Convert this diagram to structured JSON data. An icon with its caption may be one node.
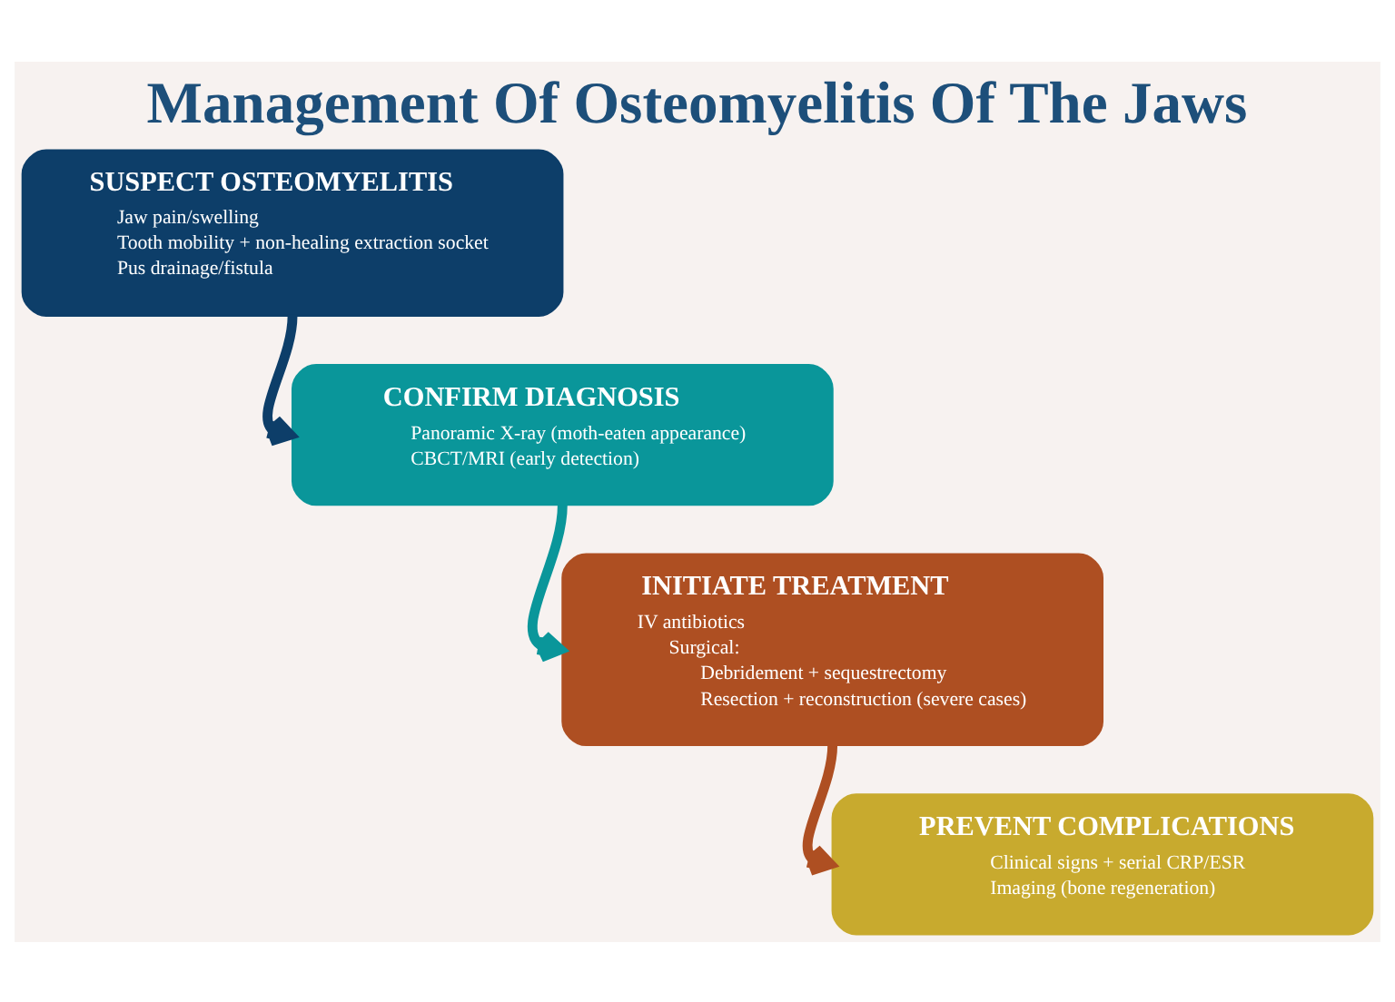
{
  "diagram": {
    "title": "Management Of Osteomyelitis Of The Jaws",
    "nodes": [
      {
        "text": [
          "SUSPECT OSTEOMYELITIS",
          "Jaw pain/swelling",
          "Tooth mobility + non-healing extraction socket",
          "Pus drainage/fistula"
        ]
      },
      {
        "text": [
          "CONFIRM DIAGNOSIS",
          "Panoramic X-ray (moth-eaten appearance)",
          "CBCT/MRI (early detection)"
        ]
      },
      {
        "text": [
          "INITIATE TREATMENT",
          "IV antibiotics",
          "Surgical:",
          "Debridement + sequestrectomy",
          "Resection + reconstruction (severe cases)"
        ]
      },
      {
        "text": [
          "PREVENT COMPLICATIONS",
          "Clinical signs + serial CRP/ESR",
          "Imaging (bone regeneration)"
        ]
      }
    ],
    "edges": [
      {
        "from": 0,
        "to": 1,
        "arrow": "to",
        "color": "#0d3e69"
      },
      {
        "from": 1,
        "to": 2,
        "arrow": "to",
        "color": "#0a969a"
      },
      {
        "from": 2,
        "to": 3,
        "arrow": "to",
        "color": "#ae4f22"
      }
    ]
  }
}
